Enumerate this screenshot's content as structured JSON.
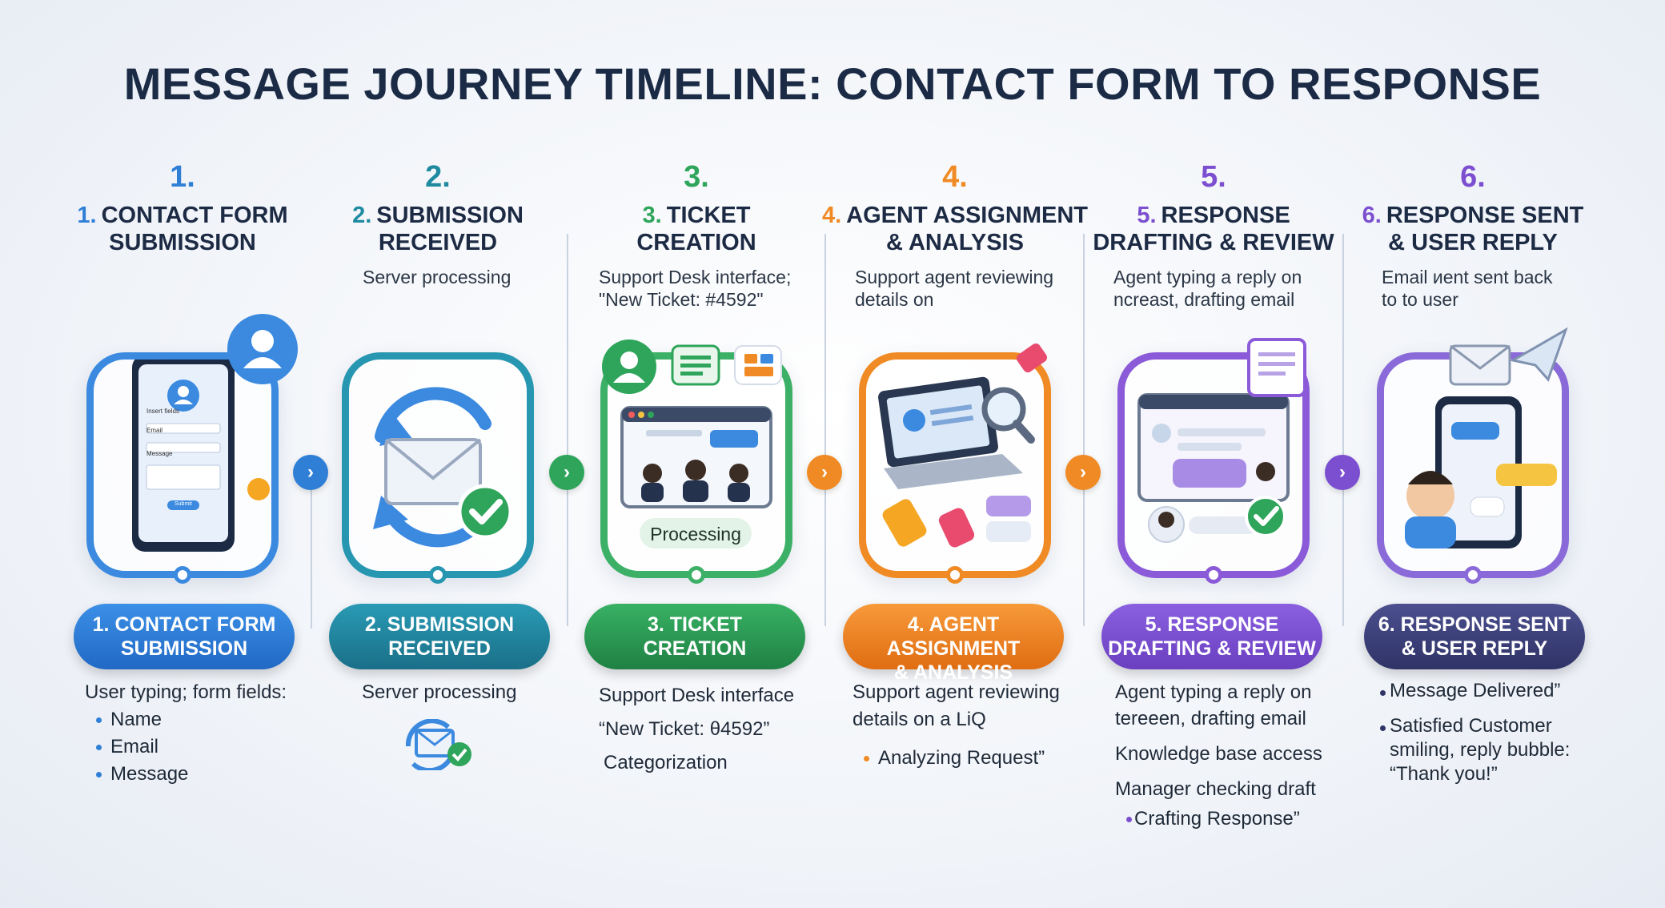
{
  "title": "MESSAGE JOURNEY TIMELINE: CONTACT FORM TO RESPONSE",
  "colors": {
    "blue": "#2f7fd6",
    "teal": "#1f8aa0",
    "green": "#2ea55a",
    "orange": "#f08a24",
    "purple": "#7b4fd0",
    "navy": "#3a3f7a"
  },
  "steps": [
    {
      "number": "1.",
      "head_num": "1.",
      "head_line1": "CONTACT FORM",
      "head_line2": "SUBMISSION",
      "sub": "",
      "pill_line1": "1. CONTACT FORM",
      "pill_line2": "SUBMISSION",
      "details": [
        "User typing; form fields:"
      ],
      "bullets": [
        "Name",
        "Email",
        "Message"
      ],
      "form": {
        "title": "Insert fields",
        "email": "Email",
        "message": "Message",
        "submit": "Submit"
      }
    },
    {
      "number": "2.",
      "head_num": "2.",
      "head_line1": "SUBMISSION",
      "head_line2": "RECEIVED",
      "sub": "Server processing",
      "pill_line1": "2. SUBMISSION",
      "pill_line2": "RECEIVED",
      "details": [
        "Server processing"
      ],
      "bullets": []
    },
    {
      "number": "3.",
      "head_num": "3.",
      "head_line1": "TICKET",
      "head_line2": "CREATION",
      "sub": "Support Desk interface; \"New Ticket: #4592\"",
      "card_label": "Processing",
      "pill_line1": "3. TICKET",
      "pill_line2": "CREATION",
      "details": [
        "Support Desk interface",
        "“New Ticket: θ4592”",
        "Categorization"
      ],
      "bullets": []
    },
    {
      "number": "4.",
      "head_num": "4.",
      "head_line1": "AGENT ASSIGNMENT",
      "head_line2": "& ANALYSIS",
      "sub": "Support agent reviewing details on",
      "pill_line1": "4. AGENT ASSIGNMENT",
      "pill_line2": "& ANALYSIS",
      "details": [
        "Support agent reviewing details on a LiQ"
      ],
      "bullets": [
        "Analyzing Request”"
      ]
    },
    {
      "number": "5.",
      "head_num": "5.",
      "head_line1": "RESPONSE",
      "head_line2": "DRAFTING & REVIEW",
      "sub": "Agent typing a reply on ncreast, drafting email",
      "pill_line1": "5. RESPONSE",
      "pill_line2": "DRAFTING & REVIEW",
      "details": [
        "Agent typing a reply on tereeen, drafting email",
        "Knowledge base access",
        "Manager checking draft"
      ],
      "bullets": [
        "Crafting Response”"
      ]
    },
    {
      "number": "6.",
      "head_num": "6.",
      "head_line1": "RESPONSE SENT",
      "head_line2": "& USER REPLY",
      "sub": "Email иent sent back to to user",
      "pill_line1": "6. RESPONSE SENT",
      "pill_line2": "& USER REPLY",
      "details": [],
      "bullets": [
        "Message Delivered”",
        "Satisfied Customer smiling, reply bubble: “Thank you!”"
      ]
    }
  ],
  "connector_glyph": "›"
}
